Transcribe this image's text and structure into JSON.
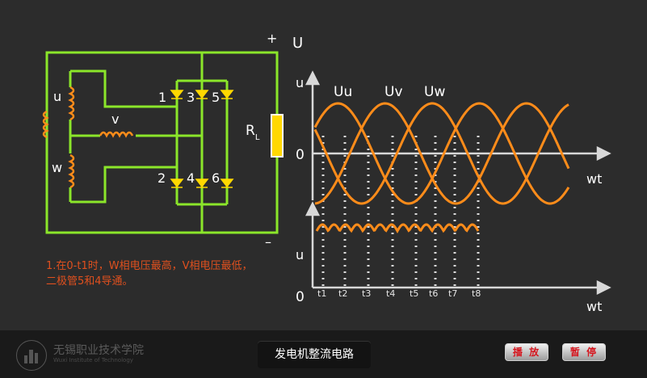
{
  "circuit": {
    "plus": "+",
    "minus": "–",
    "coil_u": "u",
    "coil_v": "v",
    "coil_w": "w",
    "load": "R",
    "load_sub": "L",
    "diodes": [
      "1",
      "3",
      "5",
      "2",
      "4",
      "6"
    ]
  },
  "waveform": {
    "top_axis_y": "U",
    "top_axis_u": "u",
    "top_zero": "0",
    "top_axis_x": "wt",
    "phases": [
      "Uu",
      "Uv",
      "Uw"
    ],
    "bottom_axis_y": "u",
    "bottom_zero": "0",
    "bottom_axis_x": "wt",
    "ticks": [
      "t1",
      "t2",
      "t3",
      "t4",
      "t5",
      "t6",
      "t7",
      "t8"
    ]
  },
  "description": {
    "line1": "1.在0-t1时，W相电压最高，V相电压最低，",
    "line2": "二极管5和4导通。"
  },
  "footer": {
    "school_name": "无锡职业技术学院",
    "school_en": "Wuxi Institute of Technology",
    "title": "发电机整流电路",
    "play": "播 放",
    "pause": "暂 停"
  },
  "colors": {
    "circuit": "#8be62a",
    "wave": "#ff8c1a",
    "load": "#ffd800",
    "text_desc": "#e0501e",
    "button_text": "#d5161e"
  }
}
